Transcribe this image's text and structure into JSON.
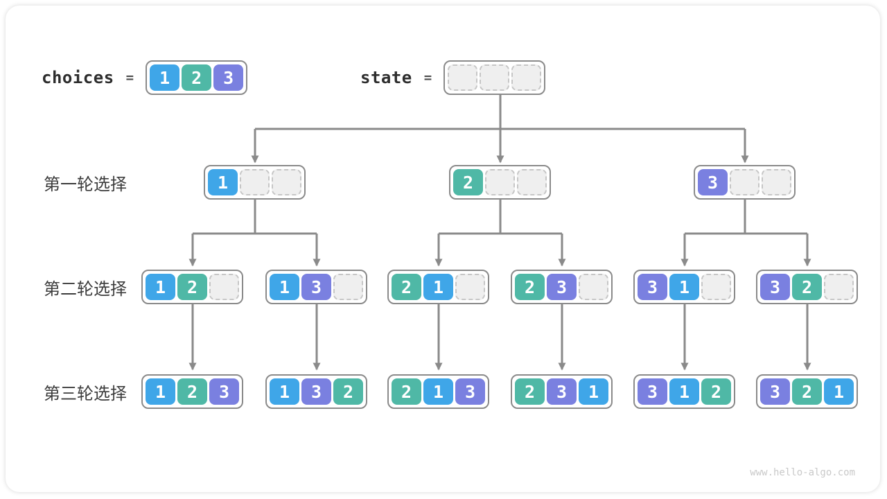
{
  "page": {
    "watermark": "www.hello-algo.com"
  },
  "colors": {
    "1": "#3fa6e8",
    "2": "#4fb8a6",
    "3": "#7a80e0",
    "empty_fill": "#efefef",
    "empty_border": "#c6c6c6",
    "node_border": "#8a8a8a",
    "arrow": "#8a8a8a"
  },
  "header": {
    "choices_label": "choices",
    "choices_equals": "=",
    "choices_cells": [
      "1",
      "2",
      "3"
    ],
    "state_label": "state",
    "state_equals": "=",
    "state_cells": [
      "",
      "",
      ""
    ]
  },
  "rows": [
    {
      "label": "第一轮选择",
      "nodes": [
        [
          "1",
          "",
          ""
        ],
        [
          "2",
          "",
          ""
        ],
        [
          "3",
          "",
          ""
        ]
      ]
    },
    {
      "label": "第二轮选择",
      "nodes": [
        [
          "1",
          "2",
          ""
        ],
        [
          "1",
          "3",
          ""
        ],
        [
          "2",
          "1",
          ""
        ],
        [
          "2",
          "3",
          ""
        ],
        [
          "3",
          "1",
          ""
        ],
        [
          "3",
          "2",
          ""
        ]
      ]
    },
    {
      "label": "第三轮选择",
      "nodes": [
        [
          "1",
          "2",
          "3"
        ],
        [
          "1",
          "3",
          "2"
        ],
        [
          "2",
          "1",
          "3"
        ],
        [
          "2",
          "3",
          "1"
        ],
        [
          "3",
          "1",
          "2"
        ],
        [
          "3",
          "2",
          "1"
        ]
      ]
    }
  ]
}
